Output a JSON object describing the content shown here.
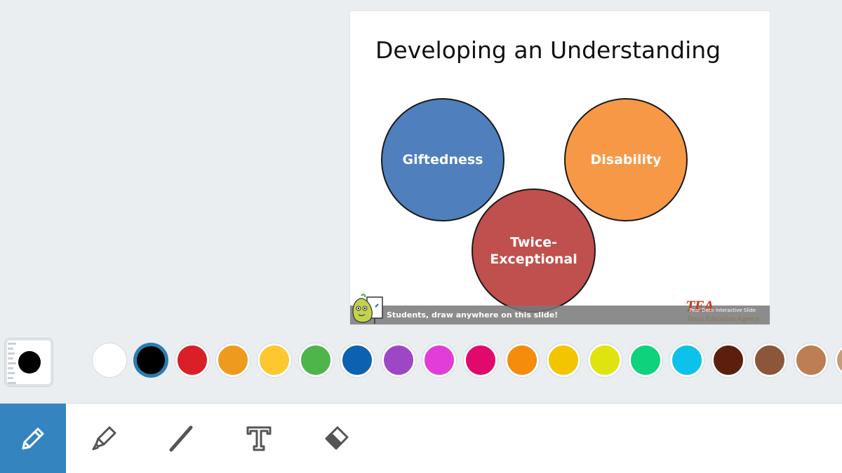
{
  "slide": {
    "title": "Developing an Understanding",
    "circles": [
      {
        "label": "Giftedness",
        "color": "#4f80bd"
      },
      {
        "label": "Disability",
        "color": "#f79847"
      },
      {
        "label": "Twice-Exceptional",
        "color": "#c0504d"
      }
    ],
    "banner_text": "Students, draw anywhere on this slide!",
    "logo": {
      "mark": "TEA",
      "pear_label": "Pear Deck Interactive Slide",
      "agency": "Texas Education Agency"
    }
  },
  "current_color": {
    "color": "#000000",
    "icon": "brush-size-icon"
  },
  "palette": {
    "selected_index": 1,
    "swatches": [
      {
        "name": "white",
        "color": "#ffffff"
      },
      {
        "name": "black",
        "color": "#000000"
      },
      {
        "name": "red",
        "color": "#da1f26"
      },
      {
        "name": "orange",
        "color": "#ee9a1e"
      },
      {
        "name": "yellow",
        "color": "#fdc72f"
      },
      {
        "name": "green",
        "color": "#4db549"
      },
      {
        "name": "blue",
        "color": "#0c62b0"
      },
      {
        "name": "purple",
        "color": "#9e47c6"
      },
      {
        "name": "magenta",
        "color": "#e23ed7"
      },
      {
        "name": "pink",
        "color": "#e10a6c"
      },
      {
        "name": "dark-orange",
        "color": "#f58c0c"
      },
      {
        "name": "gold",
        "color": "#f2c500"
      },
      {
        "name": "lime",
        "color": "#dfe40f"
      },
      {
        "name": "teal-green",
        "color": "#0fd27c"
      },
      {
        "name": "sky-blue",
        "color": "#0dc2ea"
      },
      {
        "name": "dark-brown",
        "color": "#5b200d"
      },
      {
        "name": "brown",
        "color": "#8b563a"
      },
      {
        "name": "tan",
        "color": "#bc7e52"
      },
      {
        "name": "light-tan",
        "color": "#c99a78"
      }
    ]
  },
  "toolbar": {
    "active_tool": "pencil",
    "tools": [
      {
        "name": "pencil",
        "icon": "pencil-icon"
      },
      {
        "name": "highlighter",
        "icon": "highlighter-icon"
      },
      {
        "name": "line",
        "icon": "line-icon"
      },
      {
        "name": "text",
        "icon": "text-icon"
      },
      {
        "name": "eraser",
        "icon": "eraser-icon"
      }
    ],
    "active_color": "#3384bf",
    "icon_color": "#555555"
  }
}
